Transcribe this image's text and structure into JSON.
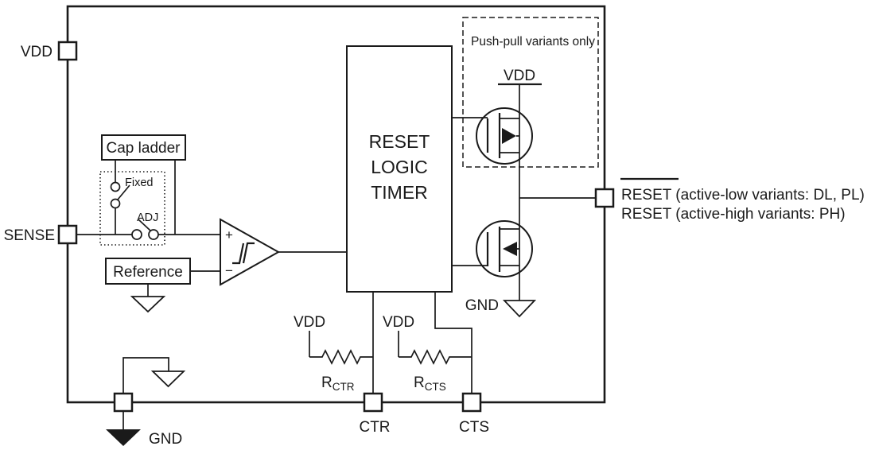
{
  "colors": {
    "ink": "#1a1a1a",
    "bg": "#ffffff"
  },
  "pins": {
    "vdd": {
      "label": "VDD"
    },
    "sense": {
      "label": "SENSE"
    },
    "gnd": {
      "label": "GND"
    },
    "ctr": {
      "label": "CTR"
    },
    "cts": {
      "label": "CTS"
    },
    "reset": {
      "line1_word": "RESET",
      "line1_rest": " (active-low variants: DL, PL)",
      "line2": "RESET (active-high variants: PH)"
    }
  },
  "blocks": {
    "cap_ladder": "Cap ladder",
    "reference": "Reference",
    "reset_logic_timer": [
      "RESET",
      "LOGIC",
      "TIMER"
    ]
  },
  "switches": {
    "fixed": "Fixed",
    "adj": "ADJ"
  },
  "comparator": {
    "plus": "+",
    "minus": "−"
  },
  "push_pull_note": "Push-pull variants only",
  "rails": {
    "pmos_vdd": "VDD",
    "nmos_gnd": "GND",
    "rctr_vdd": "VDD",
    "rcts_vdd": "VDD"
  },
  "resistors": {
    "rctr": {
      "base": "R",
      "sub": "CTR"
    },
    "rcts": {
      "base": "R",
      "sub": "CTS"
    }
  }
}
